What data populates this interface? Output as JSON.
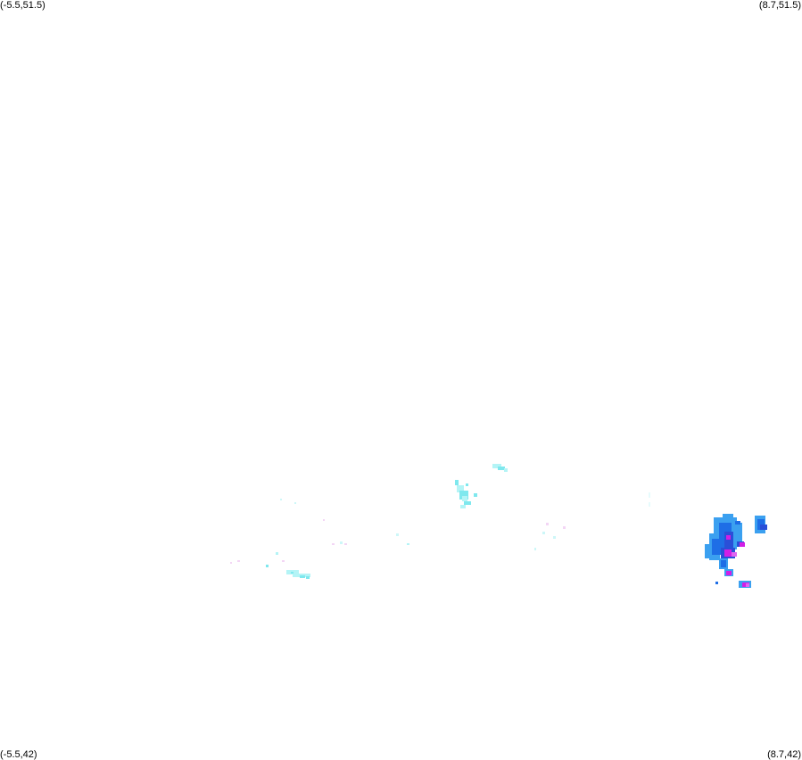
{
  "map": {
    "corners": {
      "top_left": "(-5.5,51.5)",
      "top_right": "(8.7,51.5)",
      "bottom_left": "(-5.5,42)",
      "bottom_right": "(8.7,42)"
    },
    "palette": {
      "light_cyan": "#b4f4f6",
      "cyan": "#7fe8ee",
      "mid_blue": "#3ba0f0",
      "blue": "#1e6ee6",
      "deep_blue": "#2a4fd8",
      "magenta": "#d21ee6",
      "pink": "#e066f0",
      "faint_pink": "#f3d6f5",
      "background": "#ffffff"
    }
  }
}
